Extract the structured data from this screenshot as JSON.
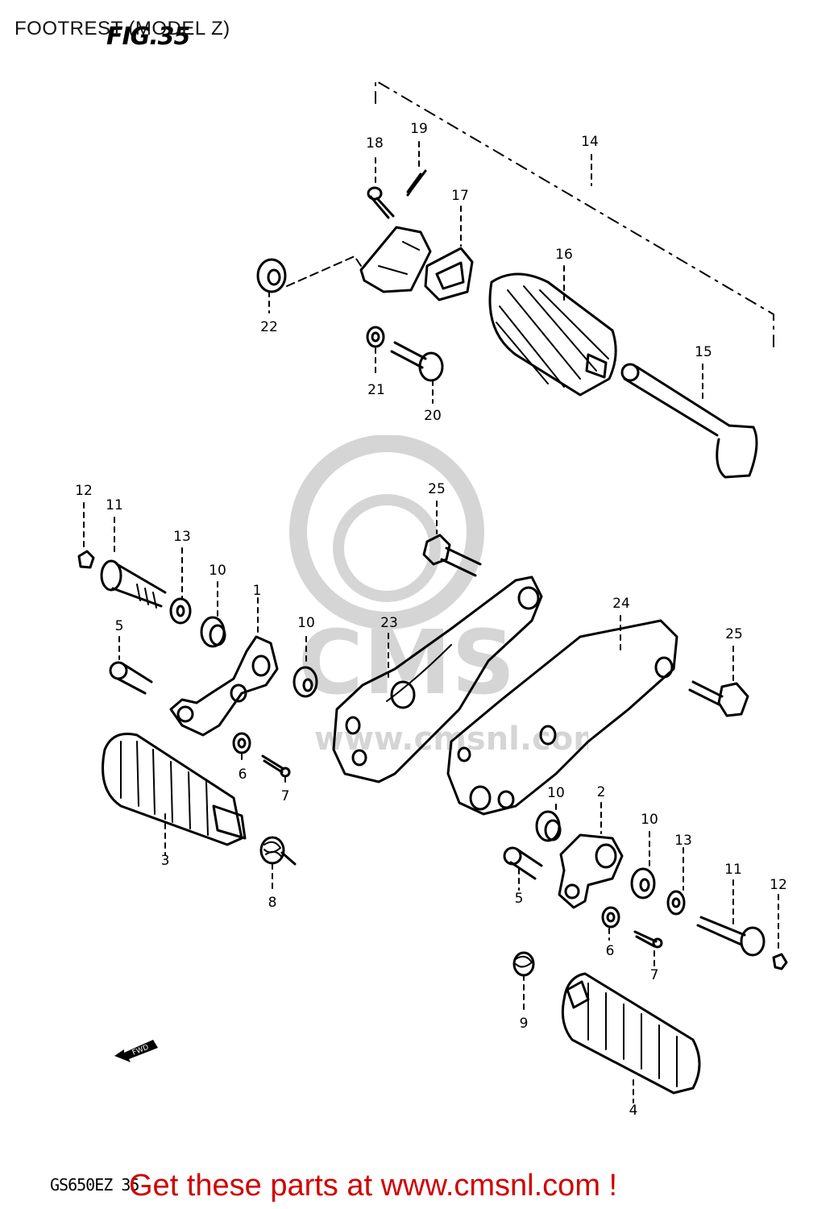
{
  "header": {
    "title": "FOOTREST (MODEL Z)"
  },
  "figure": {
    "label": "FIG.35",
    "code": "GS650EZ 35",
    "fwd": "FWD"
  },
  "callouts": [
    {
      "id": "c1",
      "text": "1"
    },
    {
      "id": "c2",
      "text": "2"
    },
    {
      "id": "c3",
      "text": "3"
    },
    {
      "id": "c4",
      "text": "4"
    },
    {
      "id": "c5a",
      "text": "5"
    },
    {
      "id": "c5b",
      "text": "5"
    },
    {
      "id": "c6a",
      "text": "6"
    },
    {
      "id": "c6b",
      "text": "6"
    },
    {
      "id": "c7a",
      "text": "7"
    },
    {
      "id": "c7b",
      "text": "7"
    },
    {
      "id": "c8",
      "text": "8"
    },
    {
      "id": "c9",
      "text": "9"
    },
    {
      "id": "c10a",
      "text": "10"
    },
    {
      "id": "c10b",
      "text": "10"
    },
    {
      "id": "c10c",
      "text": "10"
    },
    {
      "id": "c10d",
      "text": "10"
    },
    {
      "id": "c11a",
      "text": "11"
    },
    {
      "id": "c11b",
      "text": "11"
    },
    {
      "id": "c12a",
      "text": "12"
    },
    {
      "id": "c12b",
      "text": "12"
    },
    {
      "id": "c13a",
      "text": "13"
    },
    {
      "id": "c13b",
      "text": "13"
    },
    {
      "id": "c14",
      "text": "14"
    },
    {
      "id": "c15",
      "text": "15"
    },
    {
      "id": "c16",
      "text": "16"
    },
    {
      "id": "c17",
      "text": "17"
    },
    {
      "id": "c18",
      "text": "18"
    },
    {
      "id": "c19",
      "text": "19"
    },
    {
      "id": "c20",
      "text": "20"
    },
    {
      "id": "c21",
      "text": "21"
    },
    {
      "id": "c22",
      "text": "22"
    },
    {
      "id": "c23",
      "text": "23"
    },
    {
      "id": "c24",
      "text": "24"
    },
    {
      "id": "c25a",
      "text": "25"
    },
    {
      "id": "c25b",
      "text": "25"
    }
  ],
  "promo": {
    "text": "Get these parts at www.cmsnl.com !",
    "color": "#d10000"
  },
  "watermark": {
    "text": "www.cmsnl.com"
  }
}
